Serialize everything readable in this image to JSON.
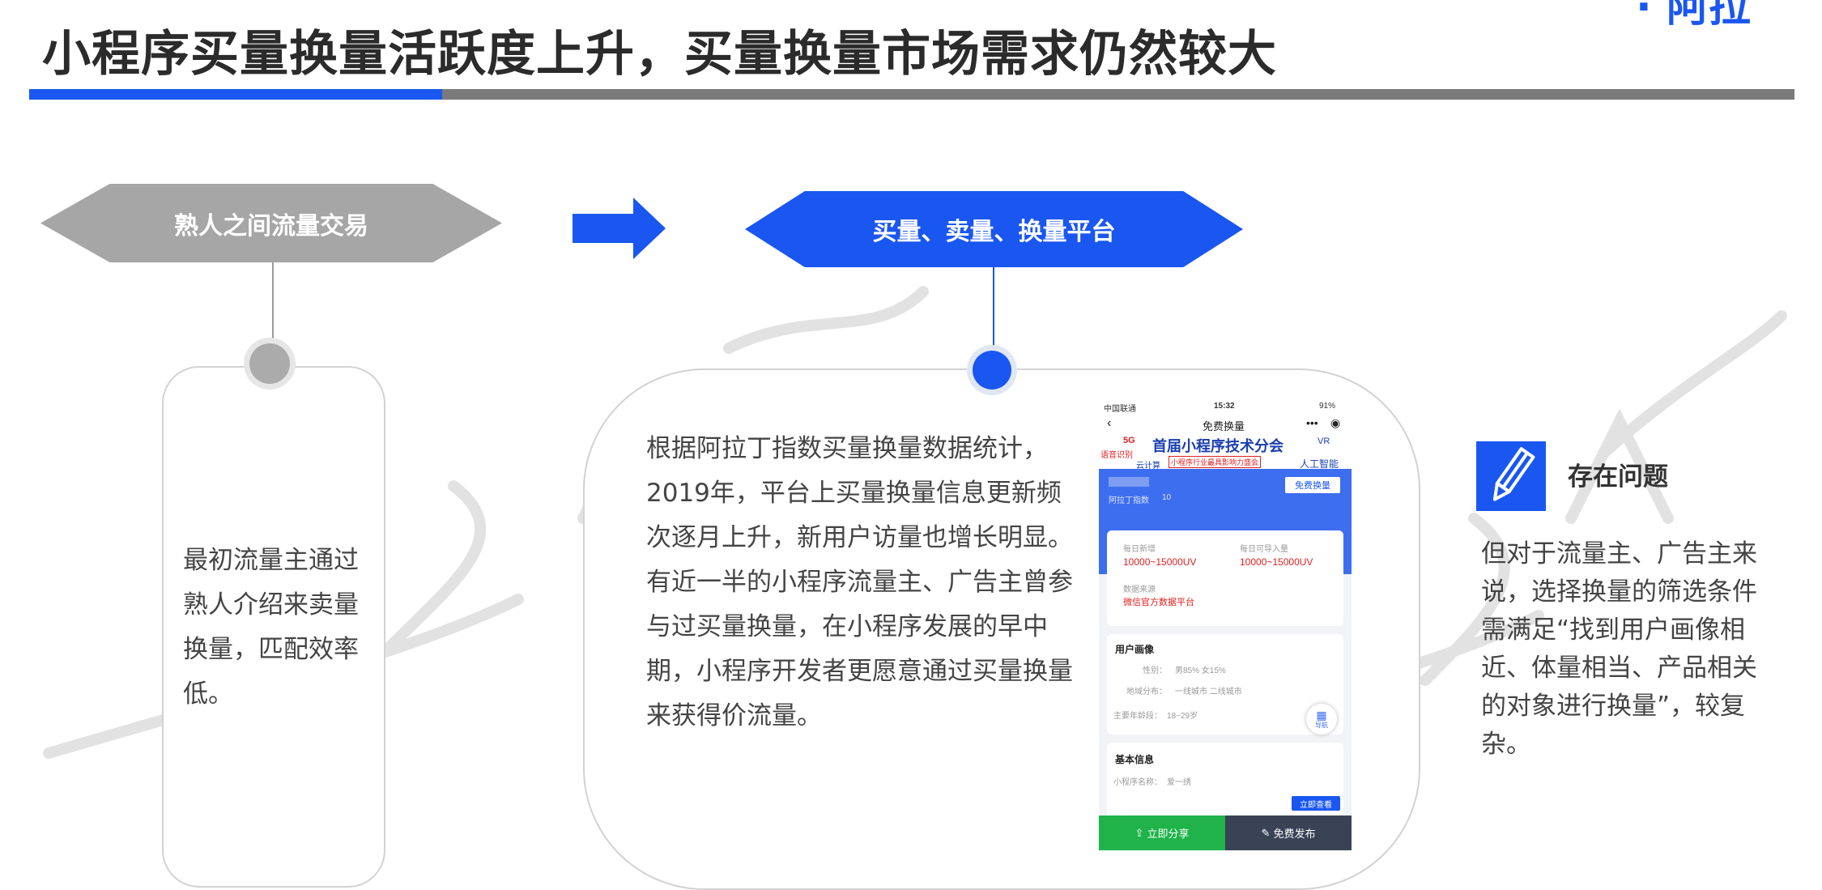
{
  "header": {
    "title": "小程序买量换量活跃度上升，买量换量市场需求仍然较大",
    "corner_logo": "· 阿拉"
  },
  "flow": {
    "left_label": "熟人之间流量交易",
    "right_label": "买量、卖量、换量平台"
  },
  "left_panel": {
    "text": "最初流量主通过熟人介绍来卖量换量，匹配效率低。"
  },
  "mid_panel": {
    "text": "根据阿拉丁指数买量换量数据统计，2019年，平台上买量换量信息更新频次逐月上升，新用户访量也增长明显。有近一半的小程序流量主、广告主曾参与过买量换量，在小程序发展的早中期，小程序开发者更愿意通过买量换量来获得价流量。"
  },
  "phone": {
    "status_carrier": "中国联通",
    "status_time": "15:32",
    "status_battery": "91%",
    "nav_title": "免费换量",
    "banner_main": "首届小程序技术分会",
    "banner_sub": "小程序行业最具影响力盛会",
    "banner_tags": [
      "5G",
      "语音识别",
      "云计算",
      "VR",
      "人工智能"
    ],
    "index_label": "阿拉丁指数",
    "index_value": "10",
    "free_swap_button": "免费换量",
    "daily_new_label": "每日新增",
    "daily_new_value": "10000~15000UV",
    "daily_swap_label": "每日可导入量",
    "daily_swap_value": "10000~15000UV",
    "source_label": "数据来源",
    "source_value": "微信官方数据平台",
    "profile_title": "用户画像",
    "gender_label": "性别：",
    "gender_value": "男85% 女15%",
    "region_label": "地域分布：",
    "region_value": "一线城市 二线城市",
    "age_label": "主要年龄段：",
    "age_value": "18~29岁",
    "nav_float_label": "导航",
    "basic_title": "基本信息",
    "app_name_label": "小程序名称：",
    "app_name_value": "爱一绣",
    "view_button": "立即查看",
    "share_button": "立即分享",
    "publish_button": "免费发布"
  },
  "right_panel": {
    "title": "存在问题",
    "text": "但对于流量主、广告主来说，选择换量的筛选条件需满足“找到用户画像相近、体量相当、产品相关的对象进行换量”，较复杂。"
  },
  "colors": {
    "accent_blue": "#1a56f0",
    "gray": "#a6a6a6",
    "green": "#1fb34a"
  },
  "icons": [
    "pencil-icon",
    "right-arrow-icon",
    "share-icon",
    "edit-icon",
    "grid-icon"
  ]
}
